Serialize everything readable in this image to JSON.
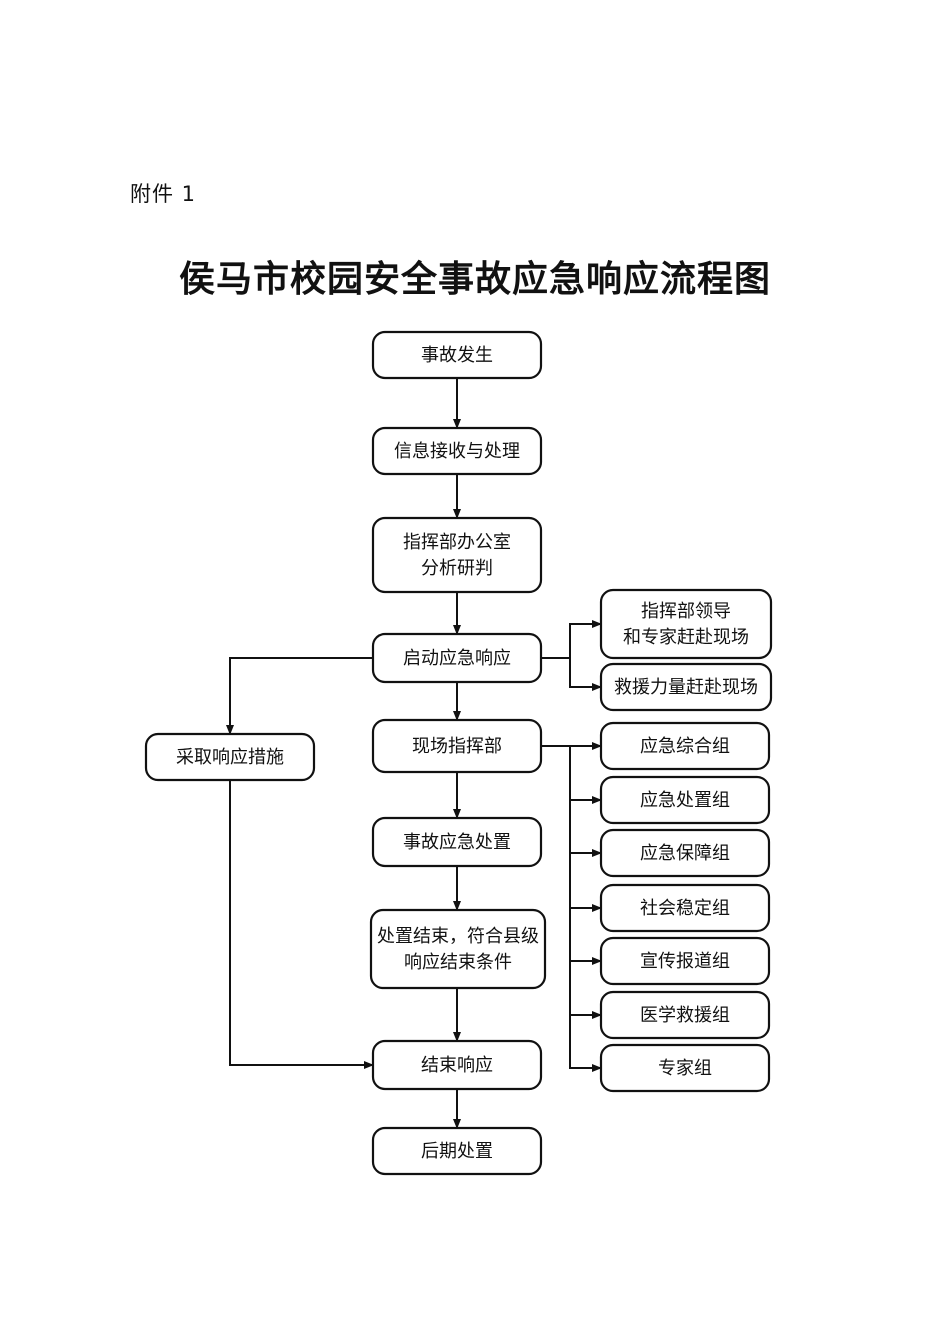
{
  "header": {
    "attachment": "附件 1",
    "title": "侯马市校园安全事故应急响应流程图"
  },
  "flowchart": {
    "nodes": {
      "accident": [
        "事故发生"
      ],
      "info": [
        "信息接收与处理"
      ],
      "office": [
        "指挥部办公室",
        "分析研判"
      ],
      "start": [
        "启动应急响应"
      ],
      "onsite": [
        "现场指挥部"
      ],
      "handling": [
        "事故应急处置"
      ],
      "finish": [
        "处置结束，符合县级",
        "响应结束条件"
      ],
      "end": [
        "结束响应"
      ],
      "after": [
        "后期处置"
      ],
      "measures": [
        "采取响应措施"
      ],
      "leaders": [
        "指挥部领导",
        "和专家赶赴现场"
      ],
      "rescue": [
        "救援力量赶赴现场"
      ],
      "g1": [
        "应急综合组"
      ],
      "g2": [
        "应急处置组"
      ],
      "g3": [
        "应急保障组"
      ],
      "g4": [
        "社会稳定组"
      ],
      "g5": [
        "宣传报道组"
      ],
      "g6": [
        "医学救援组"
      ],
      "g7": [
        "专家组"
      ]
    },
    "edges": [
      [
        "accident",
        "info"
      ],
      [
        "info",
        "office"
      ],
      [
        "office",
        "start"
      ],
      [
        "start",
        "onsite"
      ],
      [
        "start",
        "leaders"
      ],
      [
        "start",
        "rescue"
      ],
      [
        "start",
        "measures"
      ],
      [
        "measures",
        "end"
      ],
      [
        "onsite",
        "handling"
      ],
      [
        "handling",
        "finish"
      ],
      [
        "finish",
        "end"
      ],
      [
        "end",
        "after"
      ],
      [
        "onsite",
        "g1"
      ],
      [
        "onsite",
        "g2"
      ],
      [
        "onsite",
        "g3"
      ],
      [
        "onsite",
        "g4"
      ],
      [
        "onsite",
        "g5"
      ],
      [
        "onsite",
        "g6"
      ],
      [
        "onsite",
        "g7"
      ]
    ]
  }
}
